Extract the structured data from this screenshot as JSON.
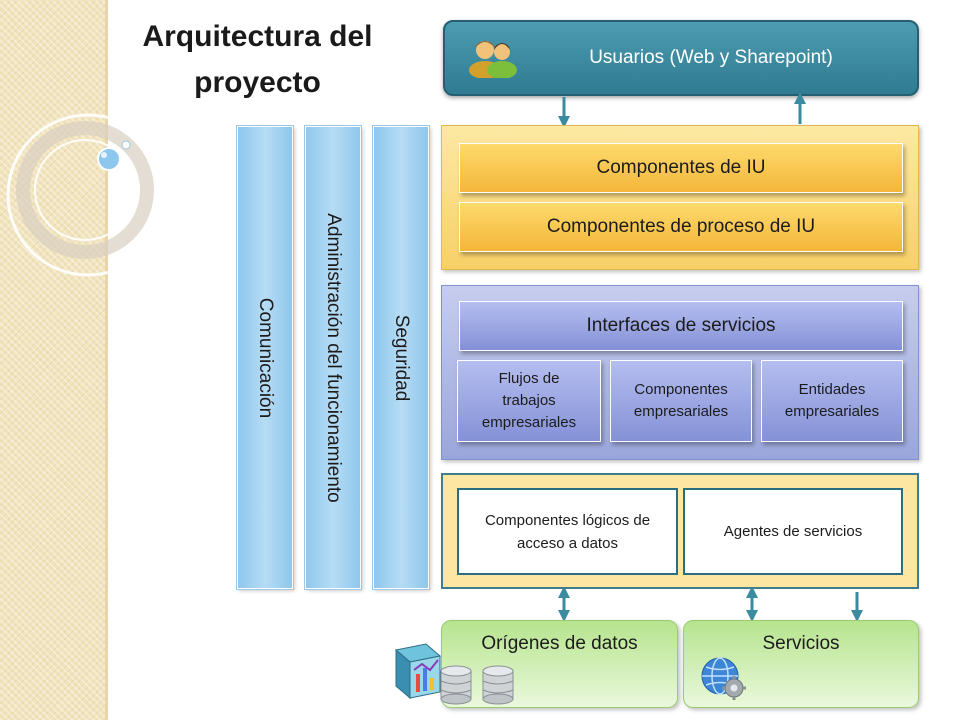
{
  "title": {
    "line1": "Arquitectura del",
    "line2": "proyecto"
  },
  "users": {
    "label": "Usuarios (Web y Sharepoint)",
    "icon": "users-icon"
  },
  "cross_cutting": [
    {
      "label": "Comunicación"
    },
    {
      "label": "Administración del funcionamiento"
    },
    {
      "label": "Seguridad"
    }
  ],
  "presentation": {
    "ui_components": "Componentes de IU",
    "ui_process_components": "Componentes de proceso de IU"
  },
  "business": {
    "service_interfaces": "Interfaces de servicios",
    "workflows": "Flujos de trabajos empresariales",
    "components": "Componentes empresariales",
    "entities": "Entidades empresariales"
  },
  "data_layer": {
    "data_access": "Componentes lógicos de acceso a datos",
    "service_agents": "Agentes de servicios"
  },
  "sources": {
    "data_sources": "Orígenes de datos",
    "services": "Servicios"
  },
  "colors": {
    "users": "#3a8aa0",
    "presentation": "#f7d067",
    "business": "#9aa6db",
    "data": "#fde6a2",
    "sources": "#b6e48e",
    "cross_cutting": "#a6d2f0",
    "arrows": "#3a8aa0"
  }
}
